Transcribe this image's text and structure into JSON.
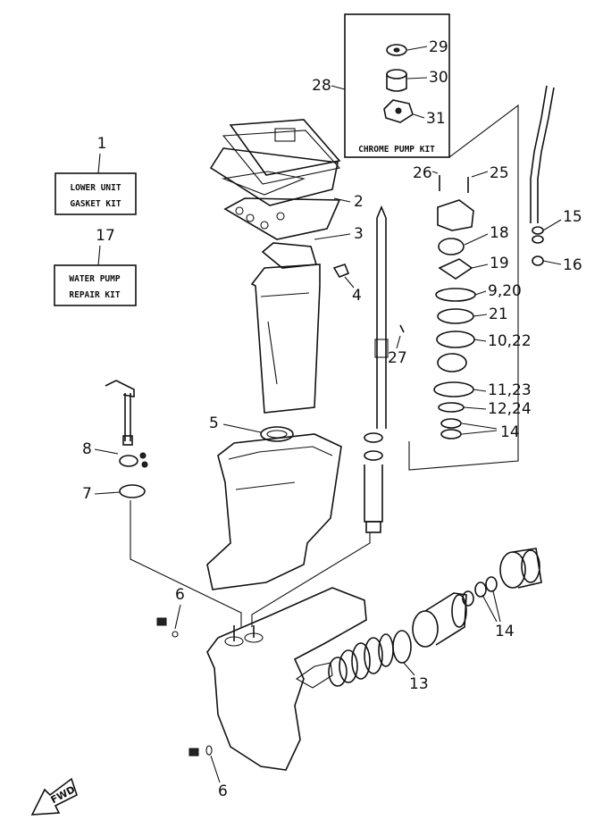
{
  "kits": {
    "lower_unit_gasket": {
      "number": "1",
      "line1": "LOWER UNIT",
      "line2": "GASKET KIT"
    },
    "water_pump_repair": {
      "number": "17",
      "line1": "WATER PUMP",
      "line2": "REPAIR KIT"
    },
    "chrome_pump": {
      "number": "28",
      "label": "CHROME PUMP KIT"
    }
  },
  "callouts": {
    "p2": "2",
    "p3": "3",
    "p4": "4",
    "p5": "5",
    "p6a": "6",
    "p6b": "6",
    "p7": "7",
    "p8": "8",
    "p9_20": "9,20",
    "p10_22": "10,22",
    "p11_23": "11,23",
    "p12_24": "12,24",
    "p13": "13",
    "p14a": "14",
    "p14b": "14",
    "p15": "15",
    "p16": "16",
    "p18": "18",
    "p19": "19",
    "p21": "21",
    "p25": "25",
    "p26": "26",
    "p27": "27",
    "p29": "29",
    "p30": "30",
    "p31": "31"
  },
  "fwd_label": "FWD"
}
